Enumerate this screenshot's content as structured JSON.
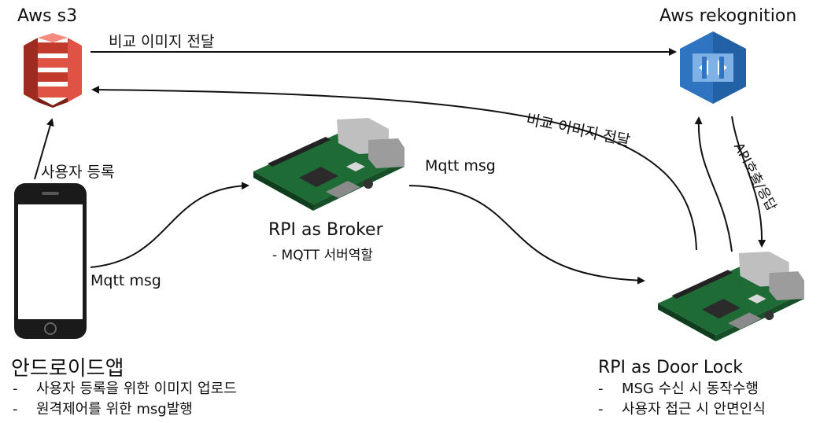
{
  "s3": {
    "title": "Aws s3",
    "icon": "aws-s3-icon"
  },
  "rekognition": {
    "title": "Aws rekognition",
    "icon": "aws-rekognition-icon"
  },
  "arrows": {
    "top_compare": "비교 이미지 전달",
    "curve_compare": "비교 이미지 전달",
    "register": "사용자 등록",
    "mqtt_left": "Mqtt msg",
    "mqtt_right": "Mqtt msg",
    "api": "API호출/응답"
  },
  "broker": {
    "title": "RPI as Broker",
    "sub": "- MQTT 서버역할"
  },
  "doorlock": {
    "title": "RPI as Door Lock",
    "bullets": [
      "MSG 수신 시 동작수행",
      "사용자 접근 시 안면인식"
    ]
  },
  "app": {
    "title": "안드로이드앱",
    "bullets": [
      "사용자 등록을 위한 이미지 업로드",
      "원격제어를 위한 msg발행"
    ]
  },
  "colors": {
    "s3": "#e05243",
    "s3_dark": "#9d2b1f",
    "rekognition": "#2f74c0",
    "pcb": "#1f6b35"
  }
}
